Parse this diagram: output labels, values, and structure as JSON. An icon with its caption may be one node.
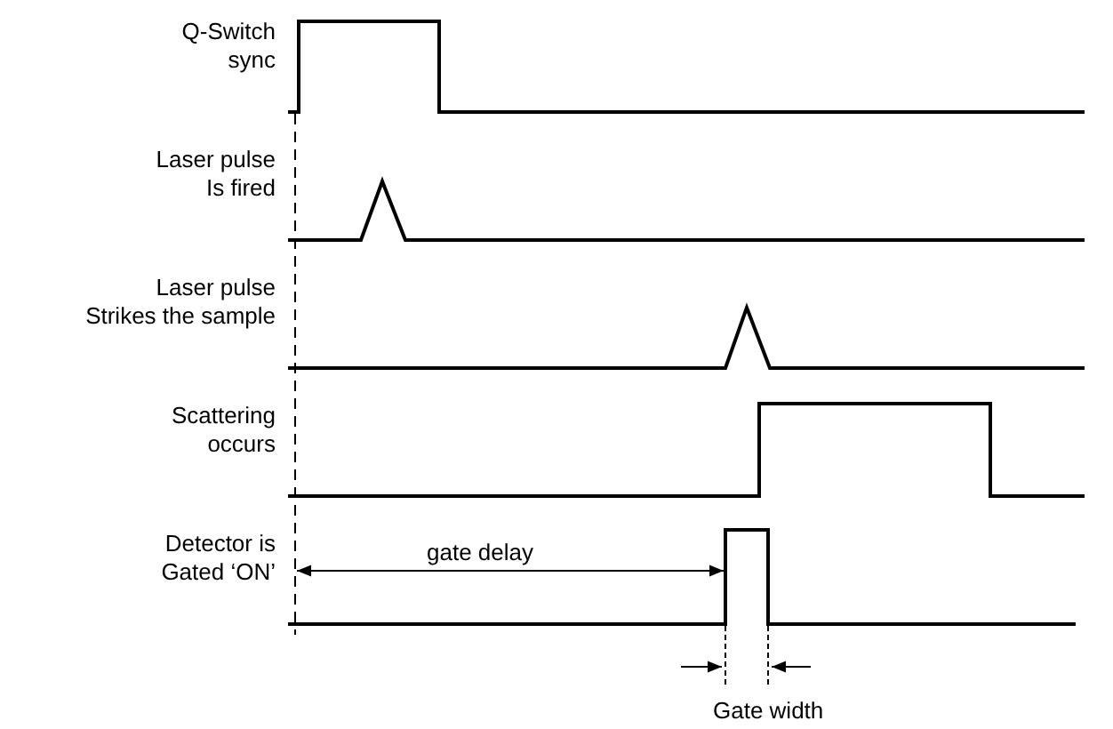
{
  "diagram": {
    "labels": [
      "Q-Switch sync",
      "Laser pulse Is fired",
      "Laser pulse Strikes the sample",
      "Scattering occurs",
      "Detector is Gated ‘ON’",
      "gate delay",
      "Gate width"
    ]
  }
}
